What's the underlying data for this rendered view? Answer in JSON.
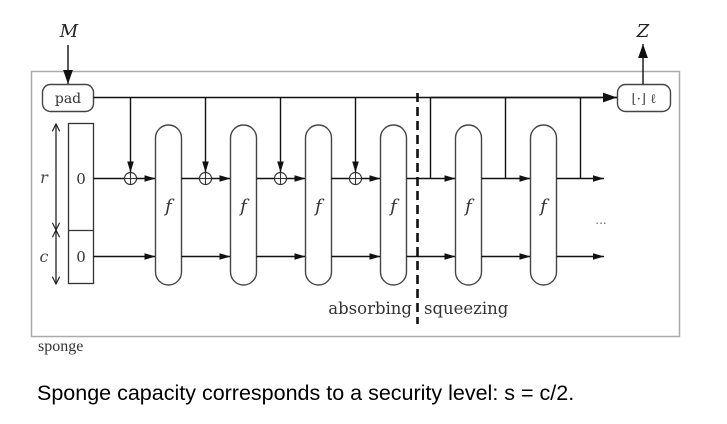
{
  "figure": {
    "input_label": "M",
    "output_label": "Z",
    "pad_label": "pad",
    "truncate_label": "⌊·⌋ ℓ",
    "rate_label": "r",
    "capacity_label": "c",
    "state_rate_value": "0",
    "state_capacity_value": "0",
    "function_label": "f",
    "absorbing_label": "absorbing",
    "squeezing_label": "squeezing",
    "continuation": "...",
    "figure_name": "sponge",
    "absorbing_rounds": 4,
    "squeezing_rounds": 2
  },
  "caption": "Sponge capacity corresponds to a security level: s = c/2."
}
